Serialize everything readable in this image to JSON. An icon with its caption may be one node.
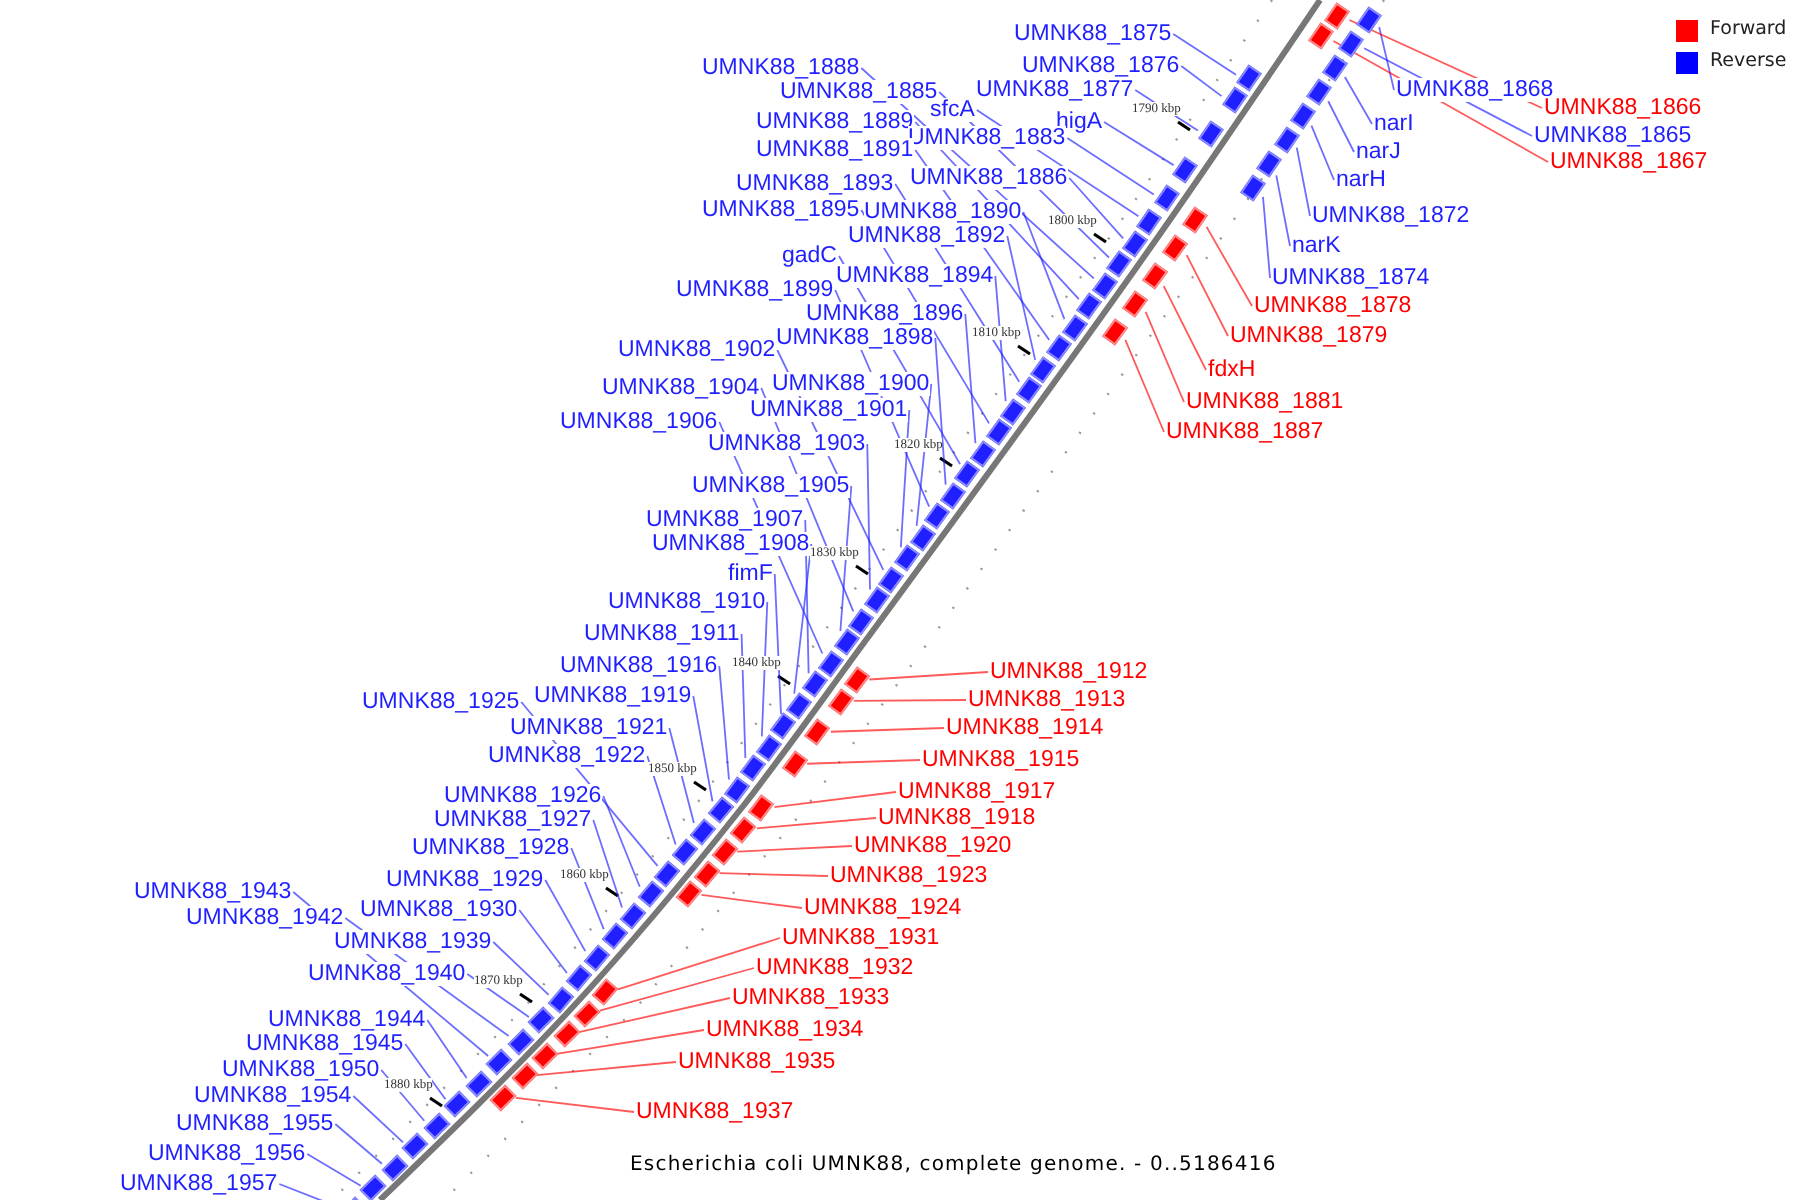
{
  "diagram": {
    "caption": "Escherichia coli UMNK88, complete genome. - 0..5186416",
    "nodes": [
      {
        "text": [
          "UMNK88_1875"
        ]
      },
      {
        "text": [
          "UMNK88_1876"
        ]
      },
      {
        "text": [
          "UMNK88_1888"
        ]
      },
      {
        "text": [
          "UMNK88_1877"
        ]
      },
      {
        "text": [
          "UMNK88_1885"
        ]
      },
      {
        "text": [
          "sfcA"
        ]
      },
      {
        "text": [
          "UMNK88_1889"
        ]
      },
      {
        "text": [
          "higA"
        ]
      },
      {
        "text": [
          "UMNK88_1883"
        ]
      },
      {
        "text": [
          "UMNK88_1891"
        ]
      },
      {
        "text": [
          "UMNK88_1886"
        ]
      },
      {
        "text": [
          "UMNK88_1893"
        ]
      },
      {
        "text": [
          "UMNK88_1895"
        ]
      },
      {
        "text": [
          "UMNK88_1890"
        ]
      },
      {
        "text": [
          "UMNK88_1892"
        ]
      },
      {
        "text": [
          "gadC"
        ]
      },
      {
        "text": [
          "UMNK88_1894"
        ]
      },
      {
        "text": [
          "UMNK88_1899"
        ]
      },
      {
        "text": [
          "UMNK88_1896"
        ]
      },
      {
        "text": [
          "UMNK88_1898"
        ]
      },
      {
        "text": [
          "UMNK88_1902"
        ]
      },
      {
        "text": [
          "UMNK88_1900"
        ]
      },
      {
        "text": [
          "UMNK88_1904"
        ]
      },
      {
        "text": [
          "UMNK88_1901"
        ]
      },
      {
        "text": [
          "UMNK88_1906"
        ]
      },
      {
        "text": [
          "UMNK88_1903"
        ]
      },
      {
        "text": [
          "UMNK88_1905"
        ]
      },
      {
        "text": [
          "UMNK88_1907"
        ]
      },
      {
        "text": [
          "UMNK88_1908"
        ]
      },
      {
        "text": [
          "fimF"
        ]
      },
      {
        "text": [
          "UMNK88_1910"
        ]
      },
      {
        "text": [
          "UMNK88_1911"
        ]
      },
      {
        "text": [
          "UMNK88_1916"
        ]
      },
      {
        "text": [
          "UMNK88_1919"
        ]
      },
      {
        "text": [
          "UMNK88_1925"
        ]
      },
      {
        "text": [
          "UMNK88_1921"
        ]
      },
      {
        "text": [
          "UMNK88_1922"
        ]
      },
      {
        "text": [
          "UMNK88_1926"
        ]
      },
      {
        "text": [
          "UMNK88_1927"
        ]
      },
      {
        "text": [
          "UMNK88_1928"
        ]
      },
      {
        "text": [
          "UMNK88_1929"
        ]
      },
      {
        "text": [
          "UMNK88_1943"
        ]
      },
      {
        "text": [
          "UMNK88_1942"
        ]
      },
      {
        "text": [
          "UMNK88_1930"
        ]
      },
      {
        "text": [
          "UMNK88_1939"
        ]
      },
      {
        "text": [
          "UMNK88_1940"
        ]
      },
      {
        "text": [
          "UMNK88_1944"
        ]
      },
      {
        "text": [
          "UMNK88_1945"
        ]
      },
      {
        "text": [
          "UMNK88_1950"
        ]
      },
      {
        "text": [
          "UMNK88_1954"
        ]
      },
      {
        "text": [
          "UMNK88_1955"
        ]
      },
      {
        "text": [
          "UMNK88_1956"
        ]
      },
      {
        "text": [
          "UMNK88_1957"
        ]
      },
      {
        "text": [
          "UMNK88_1868"
        ]
      },
      {
        "text": [
          "UMNK88_1866"
        ]
      },
      {
        "text": [
          "narI"
        ]
      },
      {
        "text": [
          "UMNK88_1865"
        ]
      },
      {
        "text": [
          "narJ"
        ]
      },
      {
        "text": [
          "UMNK88_1867"
        ]
      },
      {
        "text": [
          "narH"
        ]
      },
      {
        "text": [
          "UMNK88_1872"
        ]
      },
      {
        "text": [
          "narK"
        ]
      },
      {
        "text": [
          "UMNK88_1874"
        ]
      },
      {
        "text": [
          "UMNK88_1878"
        ]
      },
      {
        "text": [
          "UMNK88_1879"
        ]
      },
      {
        "text": [
          "fdxH"
        ]
      },
      {
        "text": [
          "UMNK88_1881"
        ]
      },
      {
        "text": [
          "UMNK88_1887"
        ]
      },
      {
        "text": [
          "UMNK88_1912"
        ]
      },
      {
        "text": [
          "UMNK88_1913"
        ]
      },
      {
        "text": [
          "UMNK88_1914"
        ]
      },
      {
        "text": [
          "UMNK88_1915"
        ]
      },
      {
        "text": [
          "UMNK88_1917"
        ]
      },
      {
        "text": [
          "UMNK88_1918"
        ]
      },
      {
        "text": [
          "UMNK88_1920"
        ]
      },
      {
        "text": [
          "UMNK88_1923"
        ]
      },
      {
        "text": [
          "UMNK88_1924"
        ]
      },
      {
        "text": [
          "UMNK88_1931"
        ]
      },
      {
        "text": [
          "UMNK88_1932"
        ]
      },
      {
        "text": [
          "UMNK88_1933"
        ]
      },
      {
        "text": [
          "UMNK88_1934"
        ]
      },
      {
        "text": [
          "UMNK88_1935"
        ]
      },
      {
        "text": [
          "UMNK88_1937"
        ]
      },
      {
        "text": [],
        "shape": "box"
      },
      {
        "text": [],
        "shape": "box"
      },
      {
        "text": [],
        "shape": "box"
      },
      {
        "text": [],
        "shape": "box"
      },
      {
        "text": [],
        "shape": "box"
      },
      {
        "text": [],
        "shape": "box"
      },
      {
        "text": [],
        "shape": "box"
      },
      {
        "text": [],
        "shape": "box"
      },
      {
        "text": [],
        "shape": "box"
      },
      {
        "text": [],
        "shape": "box"
      },
      {
        "text": [],
        "shape": "box"
      },
      {
        "text": [],
        "shape": "box"
      },
      {
        "text": [],
        "shape": "box"
      },
      {
        "text": [],
        "shape": "box"
      },
      {
        "text": [],
        "shape": "box"
      },
      {
        "text": [],
        "shape": "box"
      },
      {
        "text": [],
        "shape": "box"
      },
      {
        "text": [],
        "shape": "box"
      },
      {
        "text": [],
        "shape": "box"
      },
      {
        "text": [],
        "shape": "box"
      },
      {
        "text": [],
        "shape": "box"
      },
      {
        "text": [],
        "shape": "box"
      },
      {
        "text": [],
        "shape": "box"
      },
      {
        "text": [],
        "shape": "box"
      },
      {
        "text": [],
        "shape": "box"
      },
      {
        "text": [],
        "shape": "box"
      },
      {
        "text": [],
        "shape": "box"
      },
      {
        "text": [],
        "shape": "box"
      },
      {
        "text": [],
        "shape": "box"
      },
      {
        "text": [],
        "shape": "box"
      },
      {
        "text": [],
        "shape": "box"
      },
      {
        "text": [],
        "shape": "box"
      },
      {
        "text": [],
        "shape": "box"
      },
      {
        "text": [],
        "shape": "box"
      },
      {
        "text": [],
        "shape": "box"
      },
      {
        "text": [],
        "shape": "box"
      },
      {
        "text": [],
        "shape": "box"
      },
      {
        "text": [],
        "shape": "box"
      },
      {
        "text": [],
        "shape": "box"
      },
      {
        "text": [],
        "shape": "box"
      },
      {
        "text": [],
        "shape": "box"
      },
      {
        "text": [],
        "shape": "box"
      },
      {
        "text": [],
        "shape": "box"
      },
      {
        "text": [],
        "shape": "box"
      },
      {
        "text": [],
        "shape": "box"
      },
      {
        "text": [],
        "shape": "box"
      },
      {
        "text": [],
        "shape": "box"
      },
      {
        "text": [],
        "shape": "box"
      },
      {
        "text": [],
        "shape": "box"
      },
      {
        "text": [],
        "shape": "box"
      },
      {
        "text": [],
        "shape": "box"
      },
      {
        "text": [],
        "shape": "box"
      },
      {
        "text": [],
        "shape": "box"
      },
      {
        "text": [],
        "shape": "box"
      },
      {
        "text": [],
        "shape": "box"
      },
      {
        "text": [],
        "shape": "box"
      },
      {
        "text": [],
        "shape": "box"
      },
      {
        "text": [],
        "shape": "box"
      },
      {
        "text": [],
        "shape": "box"
      },
      {
        "text": [],
        "shape": "box"
      },
      {
        "text": [],
        "shape": "box"
      },
      {
        "text": [],
        "shape": "box"
      },
      {
        "text": [],
        "shape": "box"
      },
      {
        "text": [],
        "shape": "box"
      },
      {
        "text": [],
        "shape": "box"
      },
      {
        "text": [],
        "shape": "box"
      },
      {
        "text": [],
        "shape": "box"
      },
      {
        "text": [],
        "shape": "box"
      },
      {
        "text": [],
        "shape": "box"
      },
      {
        "text": [],
        "shape": "box"
      },
      {
        "text": [],
        "shape": "box"
      },
      {
        "text": [],
        "shape": "box"
      },
      {
        "text": [],
        "shape": "box"
      },
      {
        "text": [],
        "shape": "box"
      },
      {
        "text": [],
        "shape": "box"
      },
      {
        "text": [],
        "shape": "box"
      },
      {
        "text": [],
        "shape": "box"
      },
      {
        "text": [],
        "shape": "box"
      },
      {
        "text": [],
        "shape": "box"
      },
      {
        "text": [],
        "shape": "box"
      },
      {
        "text": [],
        "shape": "box"
      },
      {
        "text": [],
        "shape": "box"
      },
      {
        "text": [],
        "shape": "box"
      }
    ],
    "edges": [
      {
        "from": 0,
        "to": 83,
        "arrow": "none"
      },
      {
        "from": 1,
        "to": 84,
        "arrow": "none"
      },
      {
        "from": 2,
        "to": 85,
        "arrow": "none"
      },
      {
        "from": 3,
        "to": 86,
        "arrow": "none"
      },
      {
        "from": 4,
        "to": 87,
        "arrow": "none"
      },
      {
        "from": 5,
        "to": 88,
        "arrow": "none"
      },
      {
        "from": 6,
        "to": 89,
        "arrow": "none"
      },
      {
        "from": 7,
        "to": 90,
        "arrow": "none"
      },
      {
        "from": 8,
        "to": 91,
        "arrow": "none"
      },
      {
        "from": 9,
        "to": 92,
        "arrow": "none"
      },
      {
        "from": 10,
        "to": 93,
        "arrow": "none"
      },
      {
        "from": 11,
        "to": 94,
        "arrow": "none"
      },
      {
        "from": 12,
        "to": 95,
        "arrow": "none"
      },
      {
        "from": 13,
        "to": 96,
        "arrow": "none"
      },
      {
        "from": 14,
        "to": 97,
        "arrow": "none"
      },
      {
        "from": 15,
        "to": 98,
        "arrow": "none"
      },
      {
        "from": 16,
        "to": 99,
        "arrow": "none"
      },
      {
        "from": 17,
        "to": 100,
        "arrow": "none"
      },
      {
        "from": 18,
        "to": 101,
        "arrow": "none"
      },
      {
        "from": 19,
        "to": 102,
        "arrow": "none"
      },
      {
        "from": 20,
        "to": 103,
        "arrow": "none"
      },
      {
        "from": 21,
        "to": 104,
        "arrow": "none"
      },
      {
        "from": 22,
        "to": 105,
        "arrow": "none"
      },
      {
        "from": 23,
        "to": 106,
        "arrow": "none"
      },
      {
        "from": 24,
        "to": 107,
        "arrow": "none"
      },
      {
        "from": 25,
        "to": 108,
        "arrow": "none"
      },
      {
        "from": 26,
        "to": 109,
        "arrow": "none"
      },
      {
        "from": 27,
        "to": 110,
        "arrow": "none"
      },
      {
        "from": 28,
        "to": 111,
        "arrow": "none"
      },
      {
        "from": 29,
        "to": 112,
        "arrow": "none"
      },
      {
        "from": 30,
        "to": 113,
        "arrow": "none"
      },
      {
        "from": 31,
        "to": 114,
        "arrow": "none"
      },
      {
        "from": 32,
        "to": 115,
        "arrow": "none"
      },
      {
        "from": 33,
        "to": 116,
        "arrow": "none"
      },
      {
        "from": 34,
        "to": 117,
        "arrow": "none"
      },
      {
        "from": 35,
        "to": 118,
        "arrow": "none"
      },
      {
        "from": 36,
        "to": 119,
        "arrow": "none"
      },
      {
        "from": 37,
        "to": 120,
        "arrow": "none"
      },
      {
        "from": 38,
        "to": 121,
        "arrow": "none"
      },
      {
        "from": 39,
        "to": 122,
        "arrow": "none"
      },
      {
        "from": 40,
        "to": 123,
        "arrow": "none"
      },
      {
        "from": 41,
        "to": 124,
        "arrow": "none"
      },
      {
        "from": 42,
        "to": 125,
        "arrow": "none"
      },
      {
        "from": 43,
        "to": 126,
        "arrow": "none"
      },
      {
        "from": 44,
        "to": 127,
        "arrow": "none"
      },
      {
        "from": 45,
        "to": 128,
        "arrow": "none"
      },
      {
        "from": 46,
        "to": 129,
        "arrow": "none"
      },
      {
        "from": 47,
        "to": 130,
        "arrow": "none"
      },
      {
        "from": 48,
        "to": 131,
        "arrow": "none"
      },
      {
        "from": 49,
        "to": 132,
        "arrow": "none"
      },
      {
        "from": 50,
        "to": 133,
        "arrow": "none"
      },
      {
        "from": 51,
        "to": 134,
        "arrow": "none"
      },
      {
        "from": 52,
        "to": 135,
        "arrow": "none"
      },
      {
        "from": 53,
        "to": 136,
        "arrow": "none"
      },
      {
        "from": 54,
        "to": 137,
        "arrow": "none",
        "color": "#ff0000"
      },
      {
        "from": 55,
        "to": 138,
        "arrow": "none"
      },
      {
        "from": 56,
        "to": 139,
        "arrow": "none"
      },
      {
        "from": 57,
        "to": 140,
        "arrow": "none"
      },
      {
        "from": 58,
        "to": 141,
        "arrow": "none",
        "color": "#ff0000"
      },
      {
        "from": 59,
        "to": 142,
        "arrow": "none"
      },
      {
        "from": 60,
        "to": 143,
        "arrow": "none"
      },
      {
        "from": 61,
        "to": 144,
        "arrow": "none"
      },
      {
        "from": 62,
        "to": 145,
        "arrow": "none"
      },
      {
        "from": 63,
        "to": 146,
        "arrow": "none",
        "color": "#ff0000"
      },
      {
        "from": 64,
        "to": 147,
        "arrow": "none",
        "color": "#ff0000"
      },
      {
        "from": 65,
        "to": 148,
        "arrow": "none",
        "color": "#ff0000"
      },
      {
        "from": 66,
        "to": 149,
        "arrow": "none",
        "color": "#ff0000"
      },
      {
        "from": 67,
        "to": 150,
        "arrow": "none",
        "color": "#ff0000"
      },
      {
        "from": 68,
        "to": 151,
        "arrow": "none",
        "color": "#ff0000"
      },
      {
        "from": 69,
        "to": 152,
        "arrow": "none",
        "color": "#ff0000"
      },
      {
        "from": 70,
        "to": 153,
        "arrow": "none",
        "color": "#ff0000"
      },
      {
        "from": 71,
        "to": 154,
        "arrow": "none",
        "color": "#ff0000"
      },
      {
        "from": 72,
        "to": 155,
        "arrow": "none",
        "color": "#ff0000"
      },
      {
        "from": 73,
        "to": 156,
        "arrow": "none",
        "color": "#ff0000"
      },
      {
        "from": 74,
        "to": 157,
        "arrow": "none",
        "color": "#ff0000"
      },
      {
        "from": 75,
        "to": 158,
        "arrow": "none",
        "color": "#ff0000"
      },
      {
        "from": 76,
        "to": 159,
        "arrow": "none",
        "color": "#ff0000"
      },
      {
        "from": 77,
        "to": 160,
        "arrow": "none",
        "color": "#ff0000"
      },
      {
        "from": 78,
        "to": 161,
        "arrow": "none",
        "color": "#ff0000"
      },
      {
        "from": 79,
        "to": 162,
        "arrow": "none",
        "color": "#ff0000"
      },
      {
        "from": 80,
        "to": 163,
        "arrow": "none",
        "color": "#ff0000"
      },
      {
        "from": 81,
        "to": 164,
        "arrow": "none",
        "color": "#ff0000"
      },
      {
        "from": 82,
        "to": 165,
        "arrow": "none",
        "color": "#ff0000"
      }
    ],
    "labels": [
      "1790 kbp",
      "1800 kbp",
      "1810 kbp",
      "1820 kbp",
      "1830 kbp",
      "1840 kbp",
      "1850 kbp",
      "1860 kbp",
      "1870 kbp",
      "1880 kbp"
    ],
    "legend": [
      {
        "text": "Forward",
        "color": "#ff0000"
      },
      {
        "text": "Reverse",
        "color": "#0000ff"
      }
    ]
  }
}
